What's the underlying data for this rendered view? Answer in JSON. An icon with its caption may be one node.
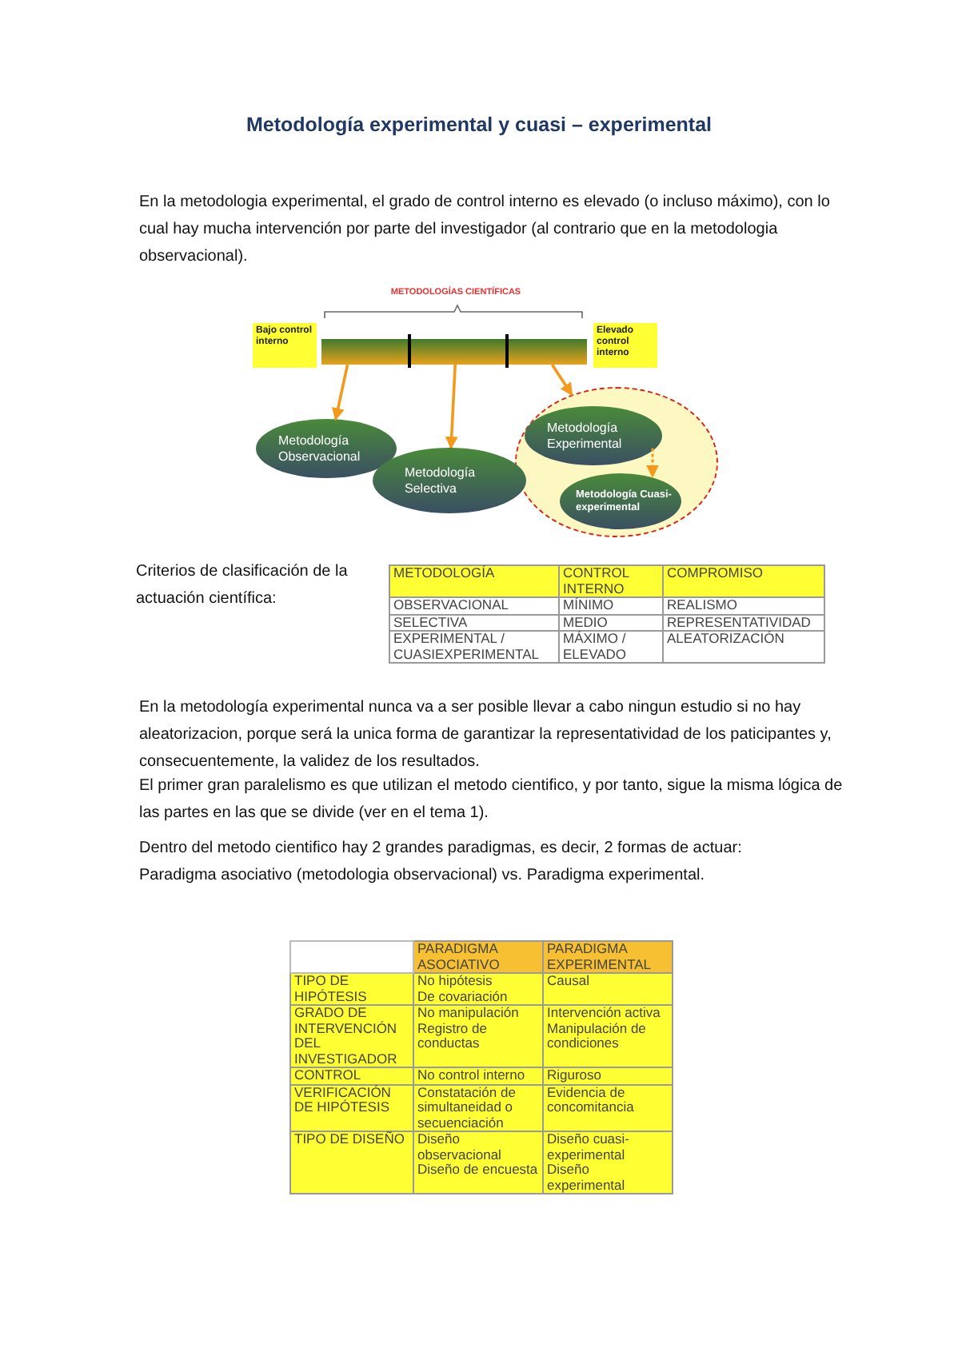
{
  "diagram": {
    "title": "Metodología experimental y cuasi – experimental",
    "nodes": [
      {
        "text": [
          "Bajo control interno"
        ]
      },
      {
        "text": [],
        "shape": "bar"
      },
      {
        "text": [
          "Elevado control interno"
        ]
      },
      {
        "text": [
          "Metodología Observacional"
        ]
      },
      {
        "text": [
          "Metodología Selectiva"
        ]
      },
      {
        "text": [],
        "shape": "circle"
      },
      {
        "text": [
          "Metodología Experimental"
        ],
        "in": 5
      },
      {
        "text": [
          "Metodología Cuasi-experimental"
        ],
        "in": 5
      }
    ],
    "edges": [
      {
        "from": 1,
        "to": 3,
        "arrow": "to"
      },
      {
        "from": 1,
        "to": 4,
        "arrow": "to"
      },
      {
        "from": 1,
        "to": 5,
        "arrow": "to"
      },
      {
        "from": 6,
        "to": 7,
        "arrow": "to",
        "style": "dashed"
      }
    ],
    "labels": [
      "En la metodologia experimental, el grado de control interno es elevado (o incluso máximo), con lo cual hay mucha intervención por parte del investigador (al contrario que en la metodologia observacional).",
      "METODOLOGÍAS CIENTÍFICAS",
      "Criterios de clasificación de la actuación científica:",
      "METODOLOGÍA",
      "CONTROL INTERNO",
      "COMPROMISO",
      "OBSERVACIONAL",
      "MÍNIMO",
      "REALISMO",
      "SELECTIVA",
      "MEDIO",
      "REPRESENTATIVIDAD",
      "EXPERIMENTAL / CUASIEXPERIMENTAL",
      "MÁXIMO / ELEVADO",
      "ALEATORIZACIÓN",
      "En la metodología experimental nunca va a ser posible llevar a cabo ningun estudio si no hay aleatorizacion, porque será la unica forma de garantizar la representatividad de los paticipantes y, consecuentemente, la validez de los resultados.",
      "El primer gran paralelismo es que utilizan el metodo cientifico, y por tanto, sigue la misma lógica de las partes en las que se divide (ver en el tema 1).",
      "Dentro del metodo cientifico hay 2 grandes paradigmas, es decir, 2 formas de actuar:",
      "Paradigma asociativo (metodologia observacional) vs. Paradigma experimental.",
      "PARADIGMA ASOCIATIVO",
      "PARADIGMA EXPERIMENTAL",
      "TIPO DE HIPÓTESIS",
      "No hipótesis",
      "De covariación",
      "Causal",
      "GRADO DE INTERVENCIÓN DEL INVESTIGADOR",
      "No manipulación",
      "Registro de conductas",
      "Intervención activa",
      "Manipulación de condiciones",
      "CONTROL",
      "No control interno",
      "Riguroso",
      "VERIFICACIÓN DE HIPÓTESIS",
      "Constatación de simultaneidad o secuenciación",
      "Evidencia de concomitancia",
      "TIPO DE DISEÑO",
      "Diseño observacional",
      "Diseño de encuesta",
      "Diseño cuasi-experimental",
      "Diseño experimental"
    ]
  }
}
